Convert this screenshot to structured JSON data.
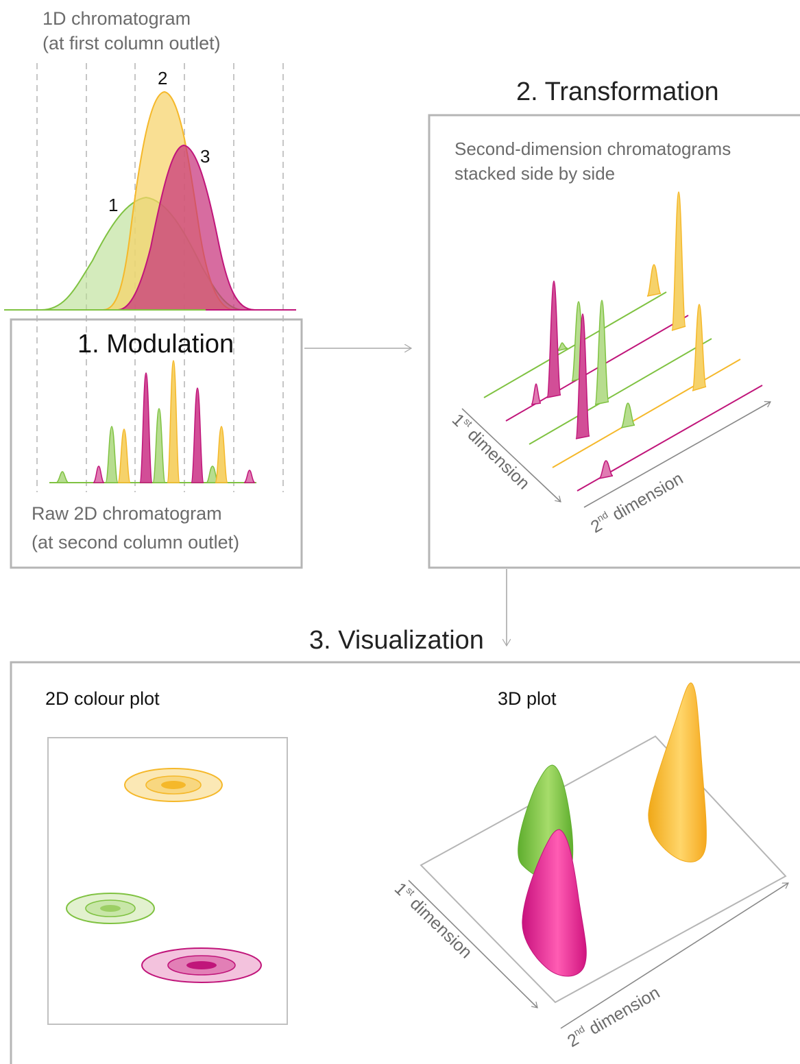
{
  "top": {
    "title_line1": "1D chromatogram",
    "title_line2": "(at first column outlet)",
    "peak_labels": [
      "1",
      "2",
      "3"
    ]
  },
  "modulation": {
    "heading": "1. Modulation",
    "caption_line1": "Raw 2D chromatogram",
    "caption_line2": "(at second column outlet)"
  },
  "transformation": {
    "heading": "2. Transformation",
    "caption_line1": "Second-dimension chromatograms",
    "caption_line2": "stacked side by side",
    "axis1": {
      "main": "1",
      "sup": "st",
      "rest": " dimension"
    },
    "axis2": {
      "main": "2",
      "sup": "nd",
      "rest": " dimension"
    }
  },
  "visualization": {
    "heading": "3. Visualization",
    "plot2d_title": "2D colour plot",
    "plot3d_title": "3D plot",
    "axis1": {
      "main": "1",
      "sup": "st",
      "rest": " dimension"
    },
    "axis2": {
      "main": "2",
      "sup": "nd",
      "rest": " dimension"
    }
  },
  "colors": {
    "green": "#7fc241",
    "yellow": "#f5b82a",
    "magenta": "#c0157a",
    "border": "#b5b5b5",
    "arrow": "#a8a8a8"
  }
}
